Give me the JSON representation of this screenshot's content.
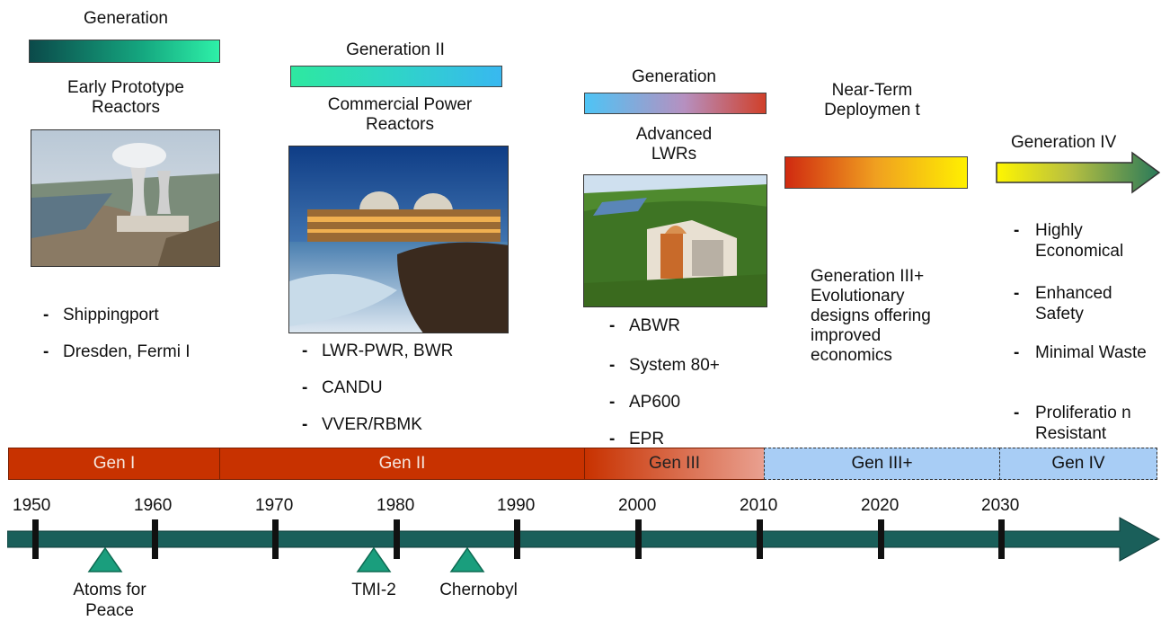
{
  "generations": [
    {
      "title": "Generation",
      "subtitle": "Early Prototype Reactors",
      "bullets": [
        "Shippingport",
        "Dresden, Fermi I"
      ]
    },
    {
      "title": "Generation II",
      "subtitle": "Commercial Power Reactors",
      "bullets": [
        "LWR-PWR, BWR",
        "CANDU",
        "VVER/RBMK"
      ]
    },
    {
      "title": "Generation",
      "subtitle": "Advanced LWRs",
      "bullets": [
        "ABWR",
        "System 80+",
        "AP600",
        "EPR"
      ]
    },
    {
      "title": "Near-Term Deploymen t",
      "description": "Generation III+ Evolutionary designs offering improved economics"
    },
    {
      "title": "Generation IV",
      "bullets": [
        "Highly Economical",
        "Enhanced Safety",
        "Minimal Waste",
        "Proliferatio n Resistant"
      ]
    }
  ],
  "eras": [
    "Gen I",
    "Gen II",
    "Gen III",
    "Gen III+",
    "Gen IV"
  ],
  "years": [
    "1950",
    "1960",
    "1970",
    "1980",
    "1990",
    "2000",
    "2010",
    "2020",
    "2030"
  ],
  "events": [
    "Atoms for Peace",
    "TMI-2",
    "Chernobyl"
  ],
  "colors": {
    "timeline": "#1a5f5a",
    "event_marker": "#1a9e7d",
    "gen_bar": "#c83200",
    "future_bar": "#a8cdf5"
  }
}
